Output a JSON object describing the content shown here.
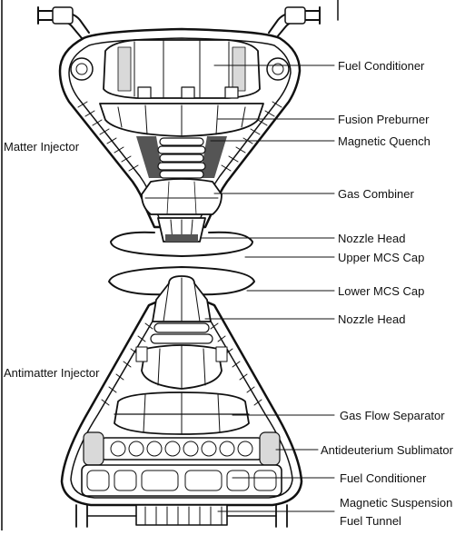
{
  "diagram": {
    "side_labels": {
      "matter_injector": "Matter Injector",
      "antimatter_injector": "Antimatter Injector"
    },
    "callouts": {
      "fuel_conditioner_top": "Fuel Conditioner",
      "fusion_preburner": "Fusion Preburner",
      "magnetic_quench": "Magnetic Quench",
      "gas_combiner": "Gas Combiner",
      "nozzle_head_top": "Nozzle Head",
      "upper_mcs_cap": "Upper MCS Cap",
      "lower_mcs_cap": "Lower MCS Cap",
      "nozzle_head_bottom": "Nozzle Head",
      "gas_flow_separator": "Gas Flow Separator",
      "antideuterium_sublimator": "Antideuterium Sublimator",
      "fuel_conditioner_bottom": "Fuel Conditioner",
      "magnetic_suspension_fuel_tunnel_line1": "Magnetic Suspension",
      "magnetic_suspension_fuel_tunnel_line2": "Fuel Tunnel"
    }
  }
}
